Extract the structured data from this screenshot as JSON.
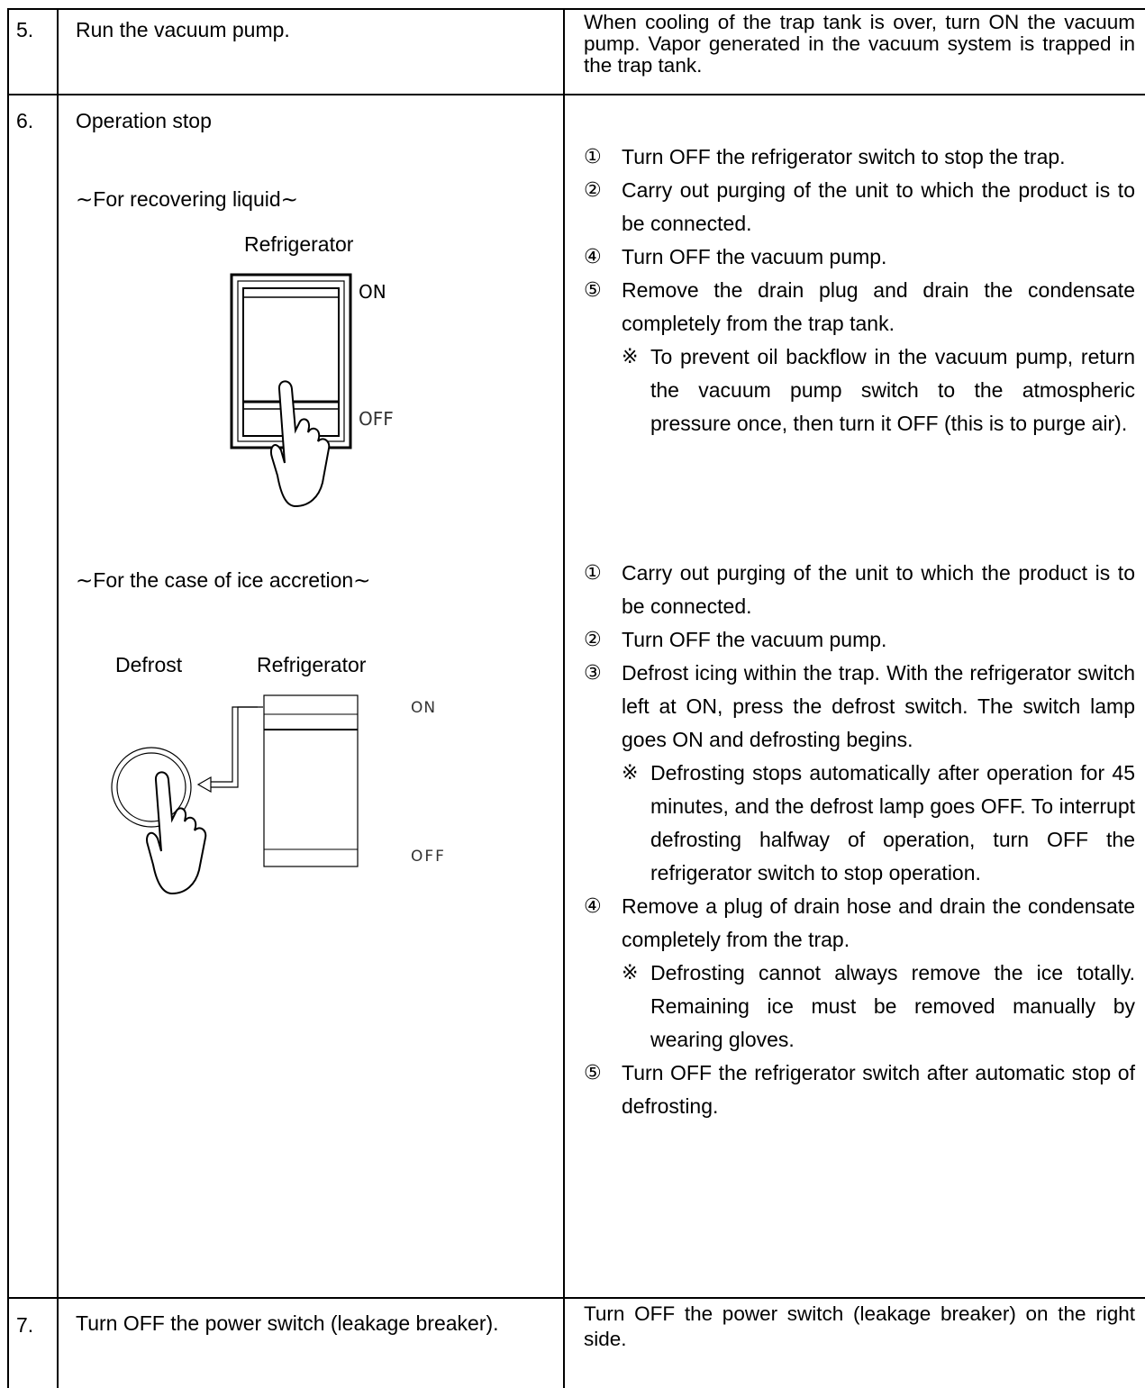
{
  "rows": [
    {
      "number": "5.",
      "action": "Run the vacuum pump.",
      "description": "When cooling of the trap tank is over, turn ON the vacuum pump.  Vapor generated in the vacuum system is trapped in the trap tank."
    },
    {
      "number": "6.",
      "action": "Operation stop",
      "recovering": {
        "heading": "∼For recovering liquid∼",
        "figure_label": "Refrigerator",
        "switch_on": "ON",
        "switch_off": "OFF",
        "steps": [
          {
            "marker": "①",
            "text": "Turn OFF the refrigerator switch to stop the trap."
          },
          {
            "marker": "②",
            "text": "Carry out purging of the unit to which the product is to be connected."
          },
          {
            "marker": "④",
            "text": "Turn OFF the vacuum pump."
          },
          {
            "marker": "⑤",
            "text": "Remove the drain plug and drain the condensate completely from the trap tank."
          }
        ],
        "note": {
          "marker": "※",
          "text": "To prevent oil backflow in the vacuum pump, return the vacuum pump switch to the atmospheric pressure once, then turn it OFF (this is to purge air)."
        }
      },
      "ice": {
        "heading": "∼For the case of ice accretion∼",
        "label_defrost": "Defrost",
        "label_refrigerator": "Refrigerator",
        "switch_on": "ON",
        "switch_off": "OFF",
        "steps": [
          {
            "marker": "①",
            "text": "Carry out purging of the unit to which the product is to be connected."
          },
          {
            "marker": "②",
            "text": "Turn OFF the vacuum pump."
          },
          {
            "marker": "③",
            "text": "Defrost icing within the trap.  With the refrigerator switch left at ON, press the defrost switch.  The switch lamp goes ON and defrosting begins."
          }
        ],
        "note1": {
          "marker": "※",
          "text": "Defrosting stops automatically after operation for 45 minutes, and the defrost lamp goes OFF. To interrupt defrosting halfway of operation, turn OFF the refrigerator switch to stop operation."
        },
        "step4": {
          "marker": "④",
          "text": "Remove a plug of drain hose and drain the condensate completely from the trap."
        },
        "note2": {
          "marker": "※",
          "text": "Defrosting cannot always remove the ice totally.  Remaining ice must be removed manually by wearing gloves."
        },
        "step5": {
          "marker": "⑤",
          "text": "Turn OFF the refrigerator switch after automatic stop of defrosting."
        }
      }
    },
    {
      "number": "7.",
      "action": "Turn OFF the power switch (leakage breaker).",
      "description": "Turn OFF the power switch (leakage breaker) on the right side."
    }
  ]
}
